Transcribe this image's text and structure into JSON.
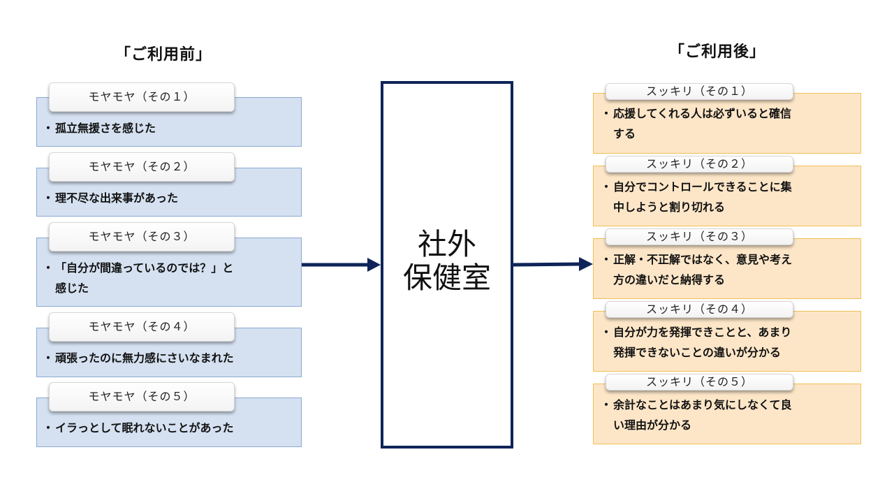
{
  "before": {
    "heading": "「ご利用前」",
    "items": [
      {
        "tab": "モヤモヤ（その１）",
        "text": "孤立無援さを感じた"
      },
      {
        "tab": "モヤモヤ（その２）",
        "text": "理不尽な出来事があった"
      },
      {
        "tab": "モヤモヤ（その３）",
        "text": "「自分が間違っているのでは？」と\n感じた"
      },
      {
        "tab": "モヤモヤ（その４）",
        "text": "頑張ったのに無力感にさいなまれた"
      },
      {
        "tab": "モヤモヤ（その５）",
        "text": "イラっとして眠れないことがあった"
      }
    ]
  },
  "center": {
    "label": "社外\n保健室"
  },
  "after": {
    "heading": "「ご利用後」",
    "items": [
      {
        "tab": "スッキリ（その１）",
        "text": "応援してくれる人は必ずいると確信\nする"
      },
      {
        "tab": "スッキリ（その２）",
        "text": "自分でコントロールできることに集\n中しようと割り切れる"
      },
      {
        "tab": "スッキリ（その３）",
        "text": "正解・不正解ではなく、意見や考え\n方の違いだと納得する"
      },
      {
        "tab": "スッキリ（その４）",
        "text": "自分が力を発揮できことと、あまり\n発揮できないことの違いが分かる"
      },
      {
        "tab": "スッキリ（その５）",
        "text": "余計なことはあまり気にしなくて良\nい理由が分かる"
      }
    ]
  },
  "colors": {
    "before_fill": "#d5e1f1",
    "after_fill": "#fde6c8",
    "arrow": "#0e2459"
  }
}
